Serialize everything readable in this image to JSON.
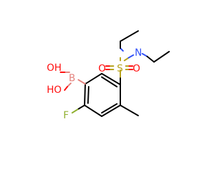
{
  "atoms": {
    "oh_top": {
      "text": "OH",
      "color": "#ff0d0d"
    },
    "oh_bottom": {
      "text": "HO",
      "color": "#ff0d0d"
    },
    "boron": {
      "text": "B",
      "color": "#e4847f"
    },
    "fluorine": {
      "text": "F",
      "color": "#90b030"
    },
    "sulfur": {
      "text": "S",
      "color": "#b7a31c"
    },
    "oxygen_left": {
      "text": "O",
      "color": "#ff0d0d"
    },
    "oxygen_right": {
      "text": "O",
      "color": "#ff0d0d"
    },
    "nitrogen": {
      "text": "N",
      "color": "#3050f8"
    }
  }
}
